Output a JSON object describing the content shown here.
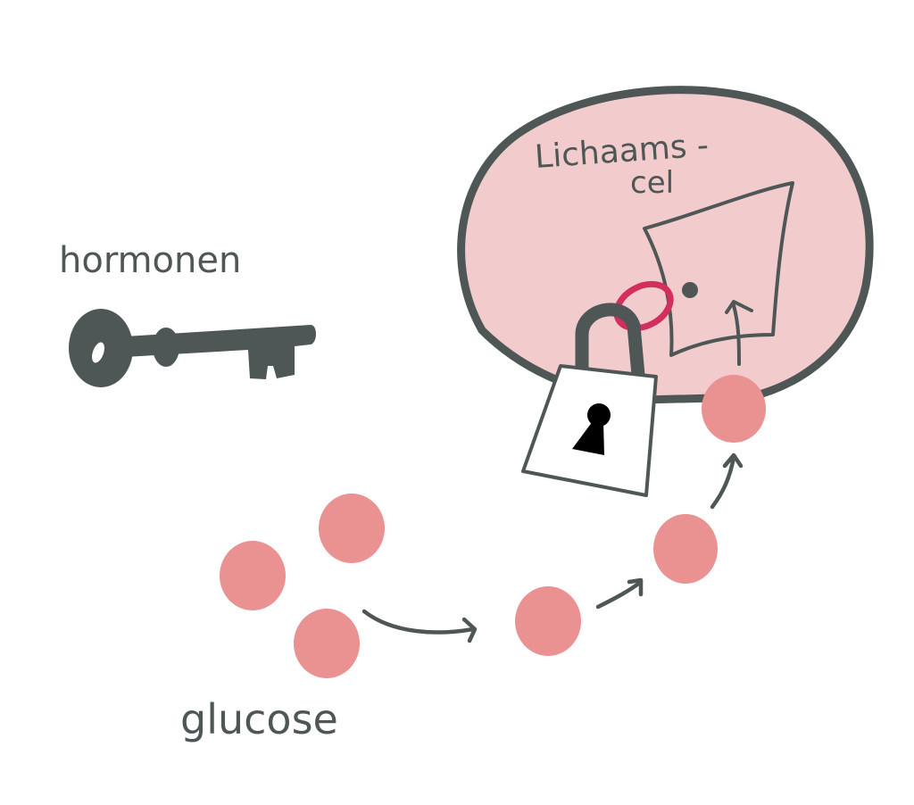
{
  "labels": {
    "hormones": "hormonen",
    "cell_line1": "Lichaams -",
    "cell_line2": "cel",
    "glucose": "glucose"
  },
  "colors": {
    "outline": "#4f5756",
    "cell_fill": "#f2cccd",
    "glucose": "#ea9192",
    "receptor_ring": "#d22e5e",
    "keyhole": "#000000",
    "background": "#ffffff"
  },
  "icons": {
    "key": "key-icon",
    "padlock": "padlock-icon",
    "keyhole": "keyhole-icon",
    "door": "door-channel-icon"
  }
}
